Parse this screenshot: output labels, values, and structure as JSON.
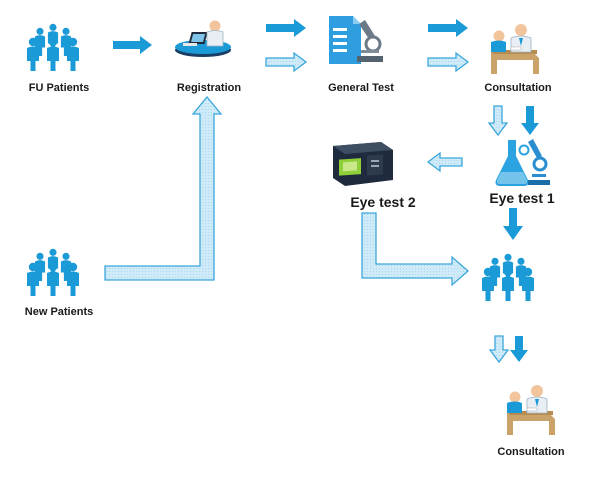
{
  "colors": {
    "primary": "#1a9ad6",
    "primary_dark": "#0d6ea3",
    "hollow_fill": "#cfeaf8",
    "hollow_stroke": "#3aa6dc",
    "lab": "#2aa3e0",
    "device": "#1f2b3c",
    "screen": "#8fcf3a",
    "skin": "#f2c49c",
    "desk": "#c9a36a"
  },
  "nodes": {
    "fu_patients": {
      "label": "FU Patients",
      "icon": "patient-group-icon"
    },
    "registration": {
      "label": "Registration",
      "icon": "registration-desk-icon"
    },
    "general_test": {
      "label": "General Test",
      "icon": "lab-test-icon"
    },
    "consultation_top": {
      "label": "Consultation",
      "icon": "doctor-desk-icon"
    },
    "eye_test_1": {
      "label": "Eye test 1",
      "icon": "flask-microscope-icon"
    },
    "eye_test_2": {
      "label": "Eye test 2",
      "icon": "eye-scanner-icon"
    },
    "new_patients": {
      "label": "New Patients",
      "icon": "patient-group-icon"
    },
    "merged_patients": {
      "label": "",
      "icon": "patient-group-icon"
    },
    "consultation_bottom": {
      "label": "Consultation",
      "icon": "doctor-desk-icon"
    }
  }
}
